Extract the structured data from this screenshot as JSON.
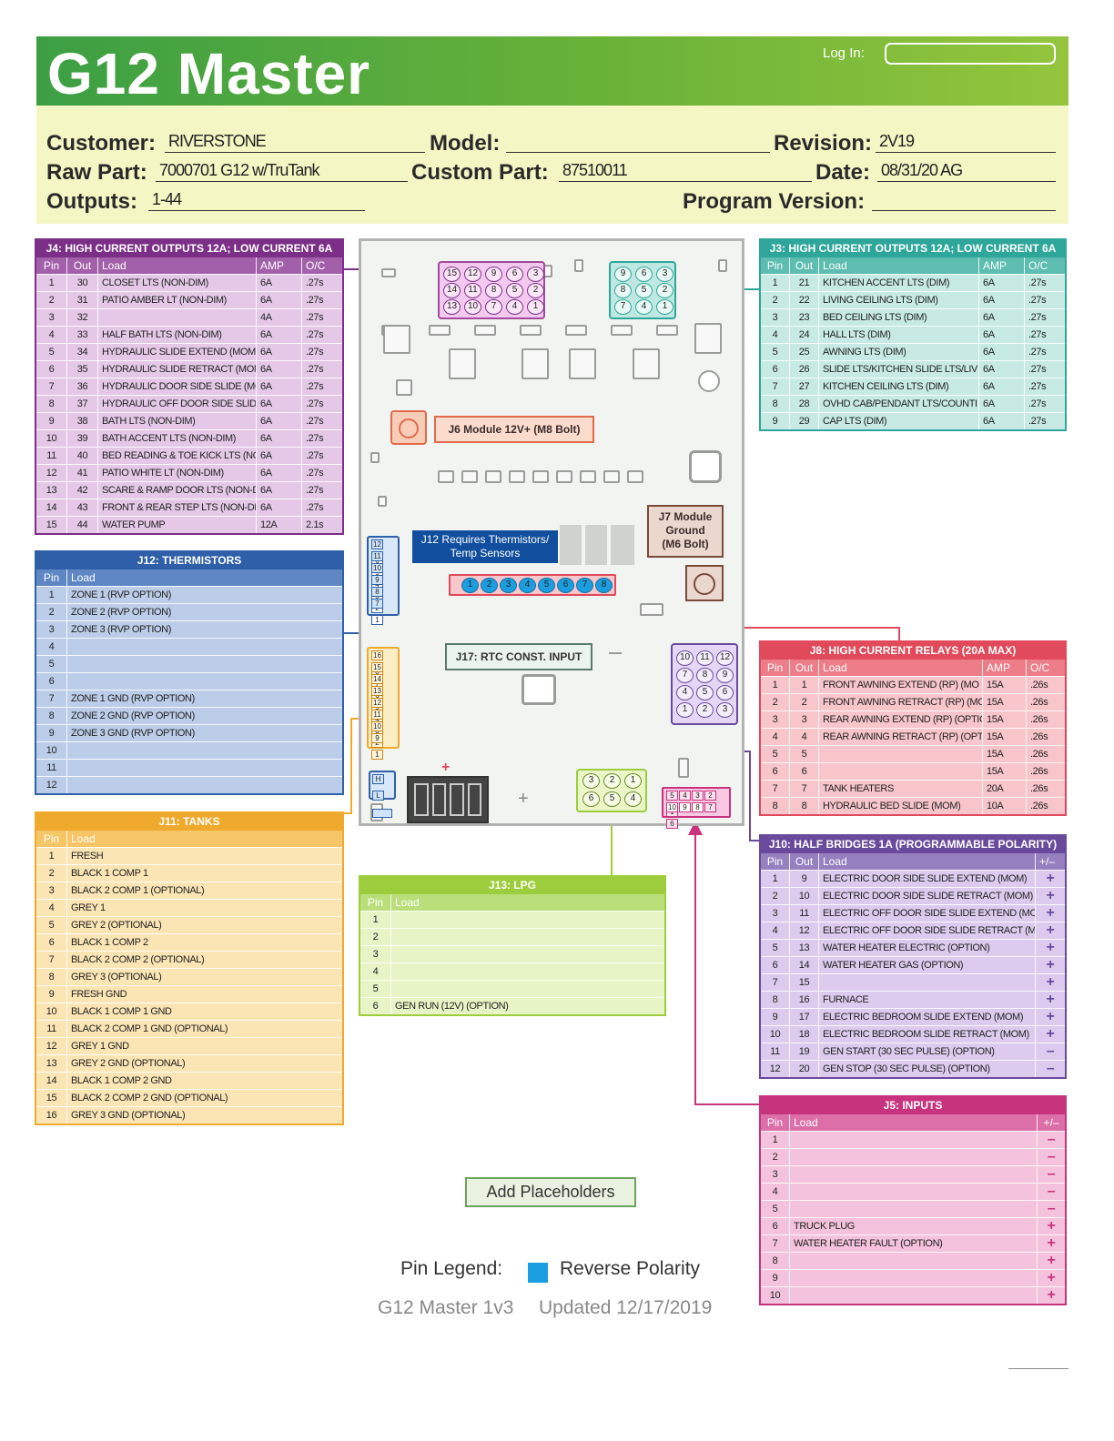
{
  "header": {
    "title": "G12 Master",
    "login_label": "Log In:",
    "login_value": ""
  },
  "info": {
    "customer_label": "Customer:",
    "customer": "RIVERSTONE",
    "model_label": "Model:",
    "model": "",
    "revision_label": "Revision:",
    "revision": "2V19",
    "raw_part_label": "Raw Part:",
    "raw_part": "7000701 G12 w/TruTank",
    "custom_part_label": "Custom Part:",
    "custom_part": "87510011",
    "date_label": "Date:",
    "date": "08/31/20 AG",
    "outputs_label": "Outputs:",
    "outputs": "1-44",
    "program_version_label": "Program Version:",
    "program_version": ""
  },
  "colors": {
    "j4": "#7b2f86",
    "j3": "#2ea79a",
    "j12": "#2e5fa8",
    "j11": "#efaa2d",
    "j13": "#9dcd3c",
    "j8": "#e04a5b",
    "j10": "#6a4a9c",
    "j5": "#c8337e",
    "j6": "#e06a4b",
    "j7": "#7a4a3a",
    "j17": "#5a7a6a",
    "reverse_polarity": "#1a9ee0",
    "header_green": "#3c9f44",
    "info_bg": "#f4f6c4"
  },
  "j4": {
    "title": "J4: HIGH CURRENT OUTPUTS 12A; LOW CURRENT 6A",
    "headers": [
      "Pin",
      "Out",
      "Load",
      "AMP",
      "O/C"
    ],
    "rows": [
      [
        "1",
        "30",
        "CLOSET LTS (NON-DIM)",
        "6A",
        ".27s"
      ],
      [
        "2",
        "31",
        "PATIO AMBER LT (NON-DIM)",
        "6A",
        ".27s"
      ],
      [
        "3",
        "32",
        "",
        "4A",
        ".27s"
      ],
      [
        "4",
        "33",
        "HALF BATH LTS (NON-DIM)",
        "6A",
        ".27s"
      ],
      [
        "5",
        "34",
        "HYDRAULIC SLIDE EXTEND (MOM)",
        "6A",
        ".27s"
      ],
      [
        "6",
        "35",
        "HYDRAULIC SLIDE RETRACT (MOM",
        "6A",
        ".27s"
      ],
      [
        "7",
        "36",
        "HYDRAULIC DOOR SIDE SLIDE (MC",
        "6A",
        ".27s"
      ],
      [
        "8",
        "37",
        "HYDRAULIC OFF DOOR SIDE SLIDE",
        "6A",
        ".27s"
      ],
      [
        "9",
        "38",
        "BATH LTS (NON-DIM)",
        "6A",
        ".27s"
      ],
      [
        "10",
        "39",
        "BATH ACCENT LTS (NON-DIM)",
        "6A",
        ".27s"
      ],
      [
        "11",
        "40",
        "BED READING & TOE KICK LTS (NO",
        "6A",
        ".27s"
      ],
      [
        "12",
        "41",
        "PATIO WHITE LT (NON-DIM)",
        "6A",
        ".27s"
      ],
      [
        "13",
        "42",
        "SCARE & RAMP DOOR LTS (NON-D",
        "6A",
        ".27s"
      ],
      [
        "14",
        "43",
        "FRONT & REAR STEP LTS (NON-DIM",
        "6A",
        ".27s"
      ],
      [
        "15",
        "44",
        "WATER PUMP",
        "12A",
        "2.1s"
      ]
    ]
  },
  "j3": {
    "title": "J3: HIGH CURRENT OUTPUTS 12A; LOW CURRENT 6A",
    "headers": [
      "Pin",
      "Out",
      "Load",
      "AMP",
      "O/C"
    ],
    "rows": [
      [
        "1",
        "21",
        "KITCHEN ACCENT LTS (DIM)",
        "6A",
        ".27s"
      ],
      [
        "2",
        "22",
        "LIVING CEILING LTS (DIM)",
        "6A",
        ".27s"
      ],
      [
        "3",
        "23",
        "BED CEILING LTS (DIM)",
        "6A",
        ".27s"
      ],
      [
        "4",
        "24",
        "HALL LTS (DIM)",
        "6A",
        ".27s"
      ],
      [
        "5",
        "25",
        "AWNING LTS (DIM)",
        "6A",
        ".27s"
      ],
      [
        "6",
        "26",
        "SLIDE LTS/KITCHEN SLIDE LTS/LIV",
        "6A",
        ".27s"
      ],
      [
        "7",
        "27",
        "KITCHEN CEILING LTS (DIM)",
        "6A",
        ".27s"
      ],
      [
        "8",
        "28",
        "OVHD CAB/PENDANT LTS/COUNTI",
        "6A",
        ".27s"
      ],
      [
        "9",
        "29",
        "CAP LTS (DIM)",
        "6A",
        ".27s"
      ]
    ]
  },
  "j12": {
    "title": "J12: THERMISTORS",
    "headers": [
      "Pin",
      "Load"
    ],
    "rows": [
      [
        "1",
        "ZONE 1 (RVP OPTION)"
      ],
      [
        "2",
        "ZONE 2 (RVP OPTION)"
      ],
      [
        "3",
        "ZONE 3 (RVP OPTION)"
      ],
      [
        "4",
        ""
      ],
      [
        "5",
        ""
      ],
      [
        "6",
        ""
      ],
      [
        "7",
        "ZONE 1 GND (RVP OPTION)"
      ],
      [
        "8",
        "ZONE 2 GND (RVP OPTION)"
      ],
      [
        "9",
        "ZONE 3 GND (RVP OPTION)"
      ],
      [
        "10",
        ""
      ],
      [
        "11",
        ""
      ],
      [
        "12",
        ""
      ]
    ]
  },
  "j11": {
    "title": "J11: TANKS",
    "headers": [
      "Pin",
      "Load"
    ],
    "rows": [
      [
        "1",
        "FRESH"
      ],
      [
        "2",
        "BLACK 1 COMP 1"
      ],
      [
        "3",
        "BLACK 2 COMP 1 (OPTIONAL)"
      ],
      [
        "4",
        "GREY 1"
      ],
      [
        "5",
        "GREY 2 (OPTIONAL)"
      ],
      [
        "6",
        "BLACK 1 COMP 2"
      ],
      [
        "7",
        "BLACK 2 COMP 2 (OPTIONAL)"
      ],
      [
        "8",
        "GREY 3 (OPTIONAL)"
      ],
      [
        "9",
        "FRESH GND"
      ],
      [
        "10",
        "BLACK 1 COMP 1 GND"
      ],
      [
        "11",
        "BLACK 2 COMP 1 GND (OPTIONAL)"
      ],
      [
        "12",
        "GREY 1 GND"
      ],
      [
        "13",
        "GREY 2 GND (OPTIONAL)"
      ],
      [
        "14",
        "BLACK 1 COMP 2 GND"
      ],
      [
        "15",
        "BLACK 2 COMP 2 GND (OPTIONAL)"
      ],
      [
        "16",
        "GREY 3 GND (OPTIONAL)"
      ]
    ]
  },
  "j13": {
    "title": "J13: LPG",
    "headers": [
      "Pin",
      "Load"
    ],
    "rows": [
      [
        "1",
        ""
      ],
      [
        "2",
        ""
      ],
      [
        "3",
        ""
      ],
      [
        "4",
        ""
      ],
      [
        "5",
        ""
      ],
      [
        "6",
        "GEN RUN (12V) (OPTION)"
      ]
    ]
  },
  "j8": {
    "title": "J8: HIGH CURRENT RELAYS (20A MAX)",
    "headers": [
      "Pin",
      "Out",
      "Load",
      "AMP",
      "O/C"
    ],
    "rows": [
      [
        "1",
        "1",
        "FRONT AWNING EXTEND (RP) (MO",
        "15A",
        ".26s"
      ],
      [
        "2",
        "2",
        "FRONT AWNING RETRACT (RP) (MC",
        "15A",
        ".26s"
      ],
      [
        "3",
        "3",
        "REAR AWNING EXTEND (RP) (OPTIC",
        "15A",
        ".26s"
      ],
      [
        "4",
        "4",
        "REAR AWNING RETRACT (RP) (OPT",
        "15A",
        ".26s"
      ],
      [
        "5",
        "5",
        "",
        "15A",
        ".26s"
      ],
      [
        "6",
        "6",
        "",
        "15A",
        ".26s"
      ],
      [
        "7",
        "7",
        "TANK HEATERS",
        "20A",
        ".26s"
      ],
      [
        "8",
        "8",
        "HYDRAULIC BED SLIDE (MOM)",
        "10A",
        ".26s"
      ]
    ]
  },
  "j10": {
    "title": "J10: HALF BRIDGES 1A (PROGRAMMABLE POLARITY)",
    "headers": [
      "Pin",
      "Out",
      "Load",
      "+/–"
    ],
    "rows": [
      [
        "1",
        "9",
        "ELECTRIC DOOR SIDE SLIDE EXTEND (MOM)",
        "+"
      ],
      [
        "2",
        "10",
        "ELECTRIC DOOR SIDE SLIDE RETRACT (MOM)",
        "+"
      ],
      [
        "3",
        "11",
        "ELECTRIC OFF DOOR SIDE SLIDE EXTEND (MOM",
        "+"
      ],
      [
        "4",
        "12",
        "ELECTRIC OFF DOOR SIDE SLIDE RETRACT (MOM",
        "+"
      ],
      [
        "5",
        "13",
        "WATER HEATER ELECTRIC (OPTION)",
        "+"
      ],
      [
        "6",
        "14",
        "WATER HEATER GAS (OPTION)",
        "+"
      ],
      [
        "7",
        "15",
        "",
        "+"
      ],
      [
        "8",
        "16",
        "FURNACE",
        "+"
      ],
      [
        "9",
        "17",
        "ELECTRIC BEDROOM SLIDE EXTEND (MOM)",
        "+"
      ],
      [
        "10",
        "18",
        "ELECTRIC BEDROOM SLIDE RETRACT (MOM)",
        "+"
      ],
      [
        "11",
        "19",
        "GEN START (30 SEC PULSE) (OPTION)",
        "–"
      ],
      [
        "12",
        "20",
        "GEN STOP (30 SEC PULSE) (OPTION)",
        "–"
      ]
    ]
  },
  "j5": {
    "title": "J5: INPUTS",
    "headers": [
      "Pin",
      "Load",
      "+/–"
    ],
    "rows": [
      [
        "1",
        "",
        "–"
      ],
      [
        "2",
        "",
        "–"
      ],
      [
        "3",
        "",
        "–"
      ],
      [
        "4",
        "",
        "–"
      ],
      [
        "5",
        "",
        "–"
      ],
      [
        "6",
        "TRUCK PLUG",
        "+"
      ],
      [
        "7",
        "WATER HEATER FAULT (OPTION)",
        "+"
      ],
      [
        "8",
        "",
        "+"
      ],
      [
        "9",
        "",
        "+"
      ],
      [
        "10",
        "",
        "+"
      ]
    ]
  },
  "board": {
    "j6_label": "J6 Module 12V+ (M8 Bolt)",
    "j7_label": "J7 Module\nGround\n(M6 Bolt)",
    "j12_note": "J12 Requires Thermistors/\nTemp Sensors",
    "j17_label": "J17: RTC CONST. INPUT",
    "j4_pins": [
      "15",
      "12",
      "9",
      "6",
      "3",
      "14",
      "11",
      "8",
      "5",
      "2",
      "13",
      "10",
      "7",
      "4",
      "1"
    ],
    "j3_pins": [
      "9",
      "6",
      "3",
      "8",
      "5",
      "2",
      "7",
      "4",
      "1"
    ],
    "j10_pins": [
      "10",
      "11",
      "12",
      "7",
      "8",
      "9",
      "4",
      "5",
      "6",
      "1",
      "2",
      "3"
    ],
    "j8_pins": [
      "1",
      "2",
      "3",
      "4",
      "5",
      "6",
      "7",
      "8"
    ],
    "j12_pins": [
      [
        "12",
        "6"
      ],
      [
        "11",
        "5"
      ],
      [
        "10",
        "4"
      ],
      [
        "9",
        "3"
      ],
      [
        "8",
        "2"
      ],
      [
        "7",
        "1"
      ]
    ],
    "j11_pins": [
      [
        "16",
        "8"
      ],
      [
        "15",
        "7"
      ],
      [
        "14",
        "6"
      ],
      [
        "13",
        "5"
      ],
      [
        "12",
        "4"
      ],
      [
        "11",
        "3"
      ],
      [
        "10",
        "2"
      ],
      [
        "9",
        "1"
      ]
    ],
    "j13_pins": [
      "3",
      "2",
      "1",
      "6",
      "5",
      "4"
    ],
    "j5_pins": [
      [
        "5",
        "4",
        "3",
        "2",
        "1"
      ],
      [
        "10",
        "9",
        "8",
        "7",
        "6"
      ]
    ],
    "j17_pins": [
      "H",
      "L"
    ],
    "plus": "+"
  },
  "buttons": {
    "add_placeholders": "Add Placeholders"
  },
  "legend": {
    "label": "Pin Legend:",
    "reverse": "Reverse Polarity"
  },
  "footer": {
    "version": "G12 Master 1v3",
    "updated": "Updated 12/17/2019"
  }
}
